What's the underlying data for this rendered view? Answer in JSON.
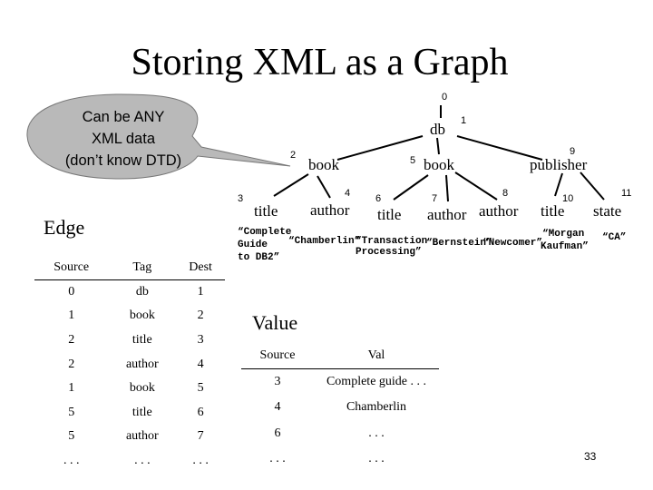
{
  "title": "Storing XML as a Graph",
  "callout": {
    "lines": [
      "Can be ANY",
      "XML data",
      "(don’t know DTD)"
    ]
  },
  "graph": {
    "nodes": [
      {
        "id": "0",
        "label": ""
      },
      {
        "id": "1",
        "label": "db"
      },
      {
        "id": "2",
        "label": "book"
      },
      {
        "id": "3",
        "label": "title"
      },
      {
        "id": "4",
        "label": "author"
      },
      {
        "id": "5",
        "label": "book"
      },
      {
        "id": "6",
        "label": "title"
      },
      {
        "id": "7",
        "label": "author"
      },
      {
        "id": "8",
        "label": "author"
      },
      {
        "id": "9",
        "label": "publisher"
      },
      {
        "id": "10",
        "label": "title"
      },
      {
        "id": "11",
        "label": "state"
      }
    ],
    "leaves": {
      "title3": [
        "“Complete",
        "Guide",
        "to DB2”"
      ],
      "author4": "“Chamberlin”",
      "title6": [
        "“Transaction",
        "Processing”"
      ],
      "author7": "“Bernstein”",
      "author8": "“Newcomer”",
      "title10": [
        "“Morgan",
        "Kaufman”"
      ],
      "state11": "“CA”"
    }
  },
  "edge_section": {
    "label": "Edge",
    "headers": [
      "Source",
      "Tag",
      "Dest"
    ],
    "rows": [
      [
        "0",
        "db",
        "1"
      ],
      [
        "1",
        "book",
        "2"
      ],
      [
        "2",
        "title",
        "3"
      ],
      [
        "2",
        "author",
        "4"
      ],
      [
        "1",
        "book",
        "5"
      ],
      [
        "5",
        "title",
        "6"
      ],
      [
        "5",
        "author",
        "7"
      ],
      [
        ". . .",
        ". . .",
        ". . ."
      ]
    ]
  },
  "value_section": {
    "label": "Value",
    "headers": [
      "Source",
      "Val"
    ],
    "rows": [
      [
        "3",
        "Complete guide . . ."
      ],
      [
        "4",
        "Chamberlin"
      ],
      [
        "6",
        ". . ."
      ],
      [
        ". . .",
        ". . ."
      ]
    ]
  },
  "page_number": "33"
}
